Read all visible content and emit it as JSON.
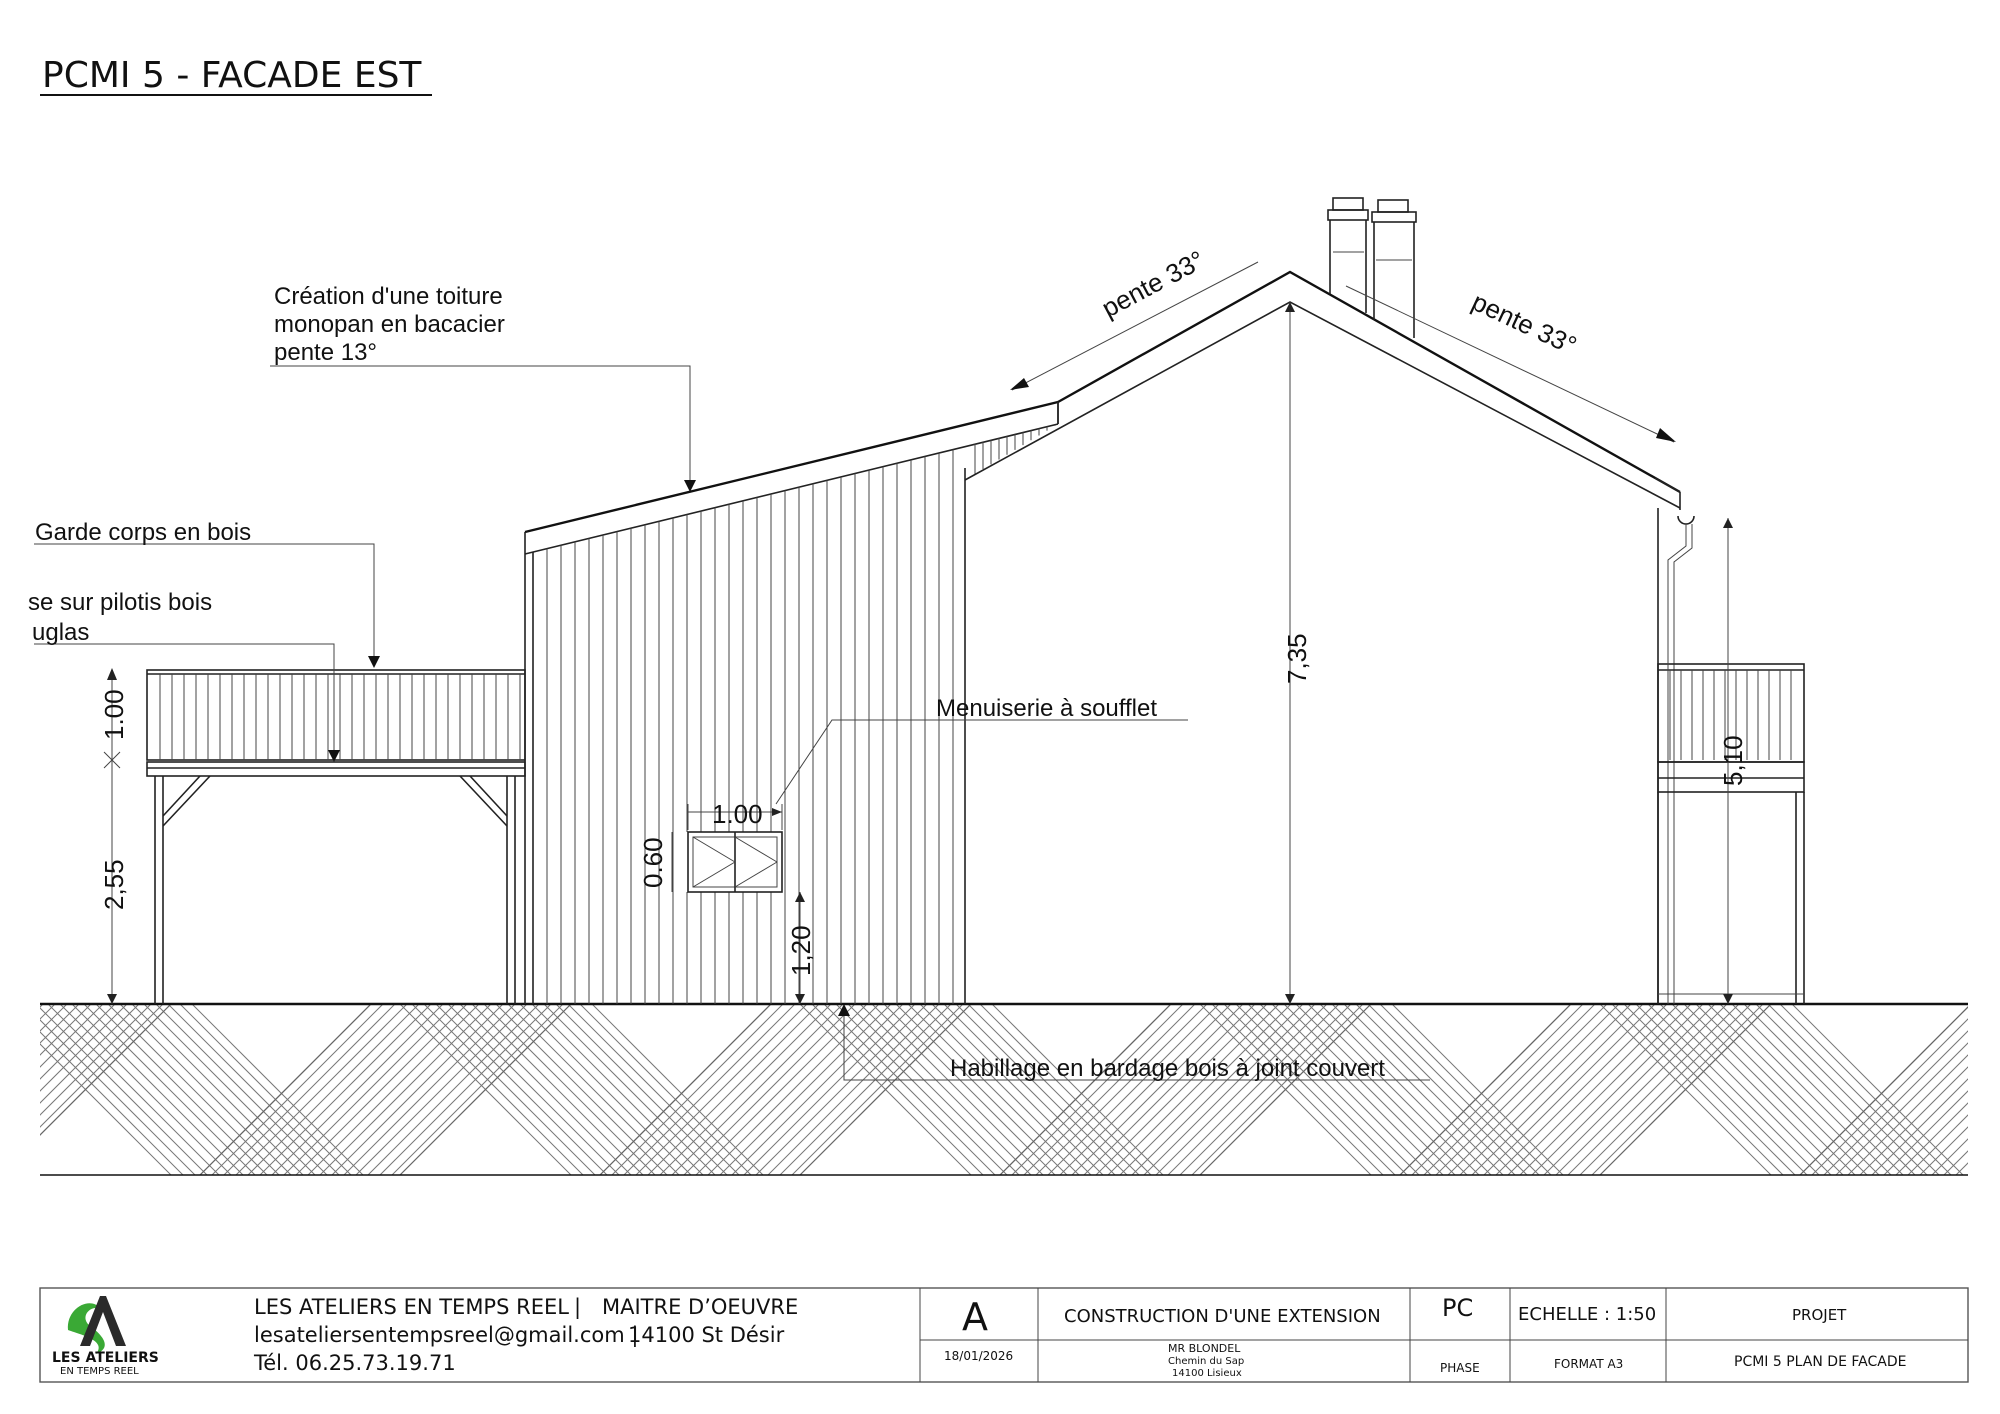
{
  "title": "PCMI 5 - FACADE EST",
  "annotations": {
    "toiture": [
      "Création d'une toiture",
      "monopan en bacacier",
      "pente 13°"
    ],
    "garde_corps": "Garde corps en bois",
    "pilotis": [
      "se sur pilotis bois",
      "uglas"
    ],
    "menuiserie": "Menuiserie à soufflet",
    "habillage": "Habillage en bardage bois à joint couvert",
    "pente_left": "pente 33°",
    "pente_right": "pente 33°"
  },
  "dimensions": {
    "garde_corps_height": "1.00",
    "pilotis_height": "2,55",
    "window_width": "1.00",
    "window_height": "0.60",
    "window_sill": "1,20",
    "ridge_height": "7,35",
    "right_height": "5,10"
  },
  "title_block": {
    "company_line1": "LES ATELIERS EN TEMPS REEL",
    "company_role": "MAITRE D’OEUVRE",
    "email": "lesateliersentempsreel@gmail.com |",
    "city": "14100 St Désir",
    "phone": "Tél. 06.25.73.19.71",
    "logo_text1": "LES ATELIERS",
    "logo_text2": "EN TEMPS REEL",
    "revision": "A",
    "date": "18/01/2026",
    "project_title": "CONSTRUCTION D'UNE EXTENSION",
    "client_name": "MR BLONDEL",
    "client_address1": "Chemin du Sap",
    "client_address2": "14100 Lisieux",
    "phase_value": "PC",
    "phase_label": "PHASE",
    "scale": "ECHELLE : 1:50",
    "format": "FORMAT A3",
    "projet_label": "PROJET",
    "plan_name": "PCMI 5 PLAN DE FACADE"
  },
  "colors": {
    "logo_green": "#3aa935",
    "logo_dark": "#2b2b2b",
    "line": "#222222"
  }
}
